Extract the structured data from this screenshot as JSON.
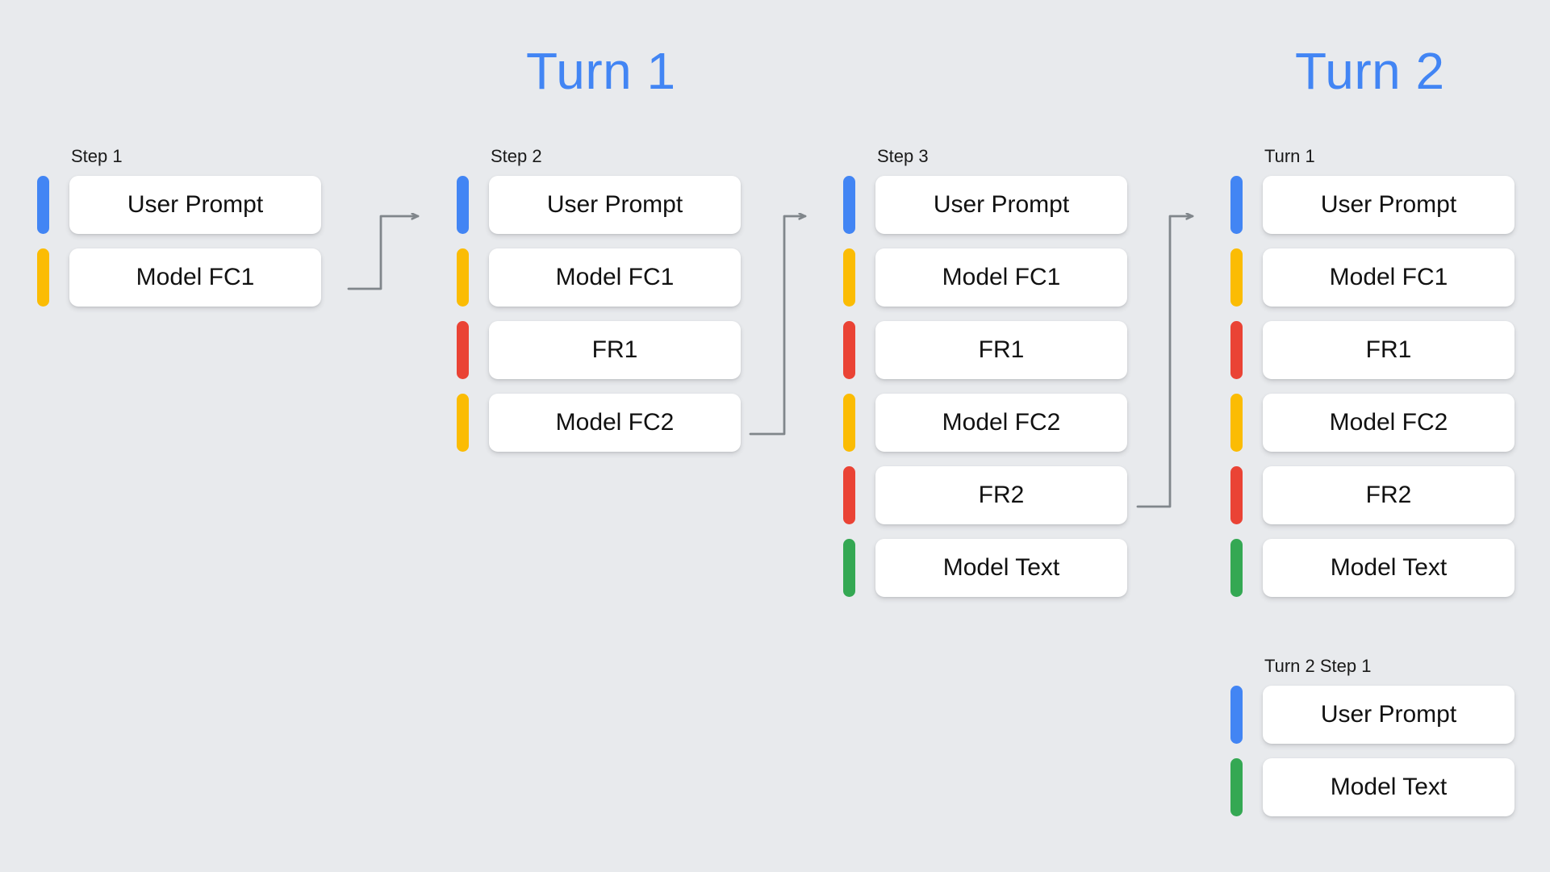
{
  "titles": {
    "turn1": "Turn 1",
    "turn2": "Turn 2"
  },
  "colors": {
    "background": "#E8EAED",
    "title_blue": "#4285F4",
    "user_prompt": "#4285F4",
    "model_fc": "#FBBC04",
    "function_response": "#EA4335",
    "model_text": "#34A853",
    "card": "#FFFFFF",
    "arrow": "#80868B",
    "label_text": "#1A1A1A"
  },
  "columns": [
    {
      "id": "col-1",
      "label": "Step 1",
      "rows": [
        {
          "text": "User Prompt",
          "bar": "blue"
        },
        {
          "text": "Model FC1",
          "bar": "yellow"
        }
      ]
    },
    {
      "id": "col-2",
      "label": "Step 2",
      "rows": [
        {
          "text": "User Prompt",
          "bar": "blue"
        },
        {
          "text": "Model FC1",
          "bar": "yellow"
        },
        {
          "text": "FR1",
          "bar": "red"
        },
        {
          "text": "Model FC2",
          "bar": "yellow"
        }
      ]
    },
    {
      "id": "col-3",
      "label": "Step 3",
      "rows": [
        {
          "text": "User Prompt",
          "bar": "blue"
        },
        {
          "text": "Model FC1",
          "bar": "yellow"
        },
        {
          "text": "FR1",
          "bar": "red"
        },
        {
          "text": "Model FC2",
          "bar": "yellow"
        },
        {
          "text": "FR2",
          "bar": "red"
        },
        {
          "text": "Model Text",
          "bar": "green"
        }
      ]
    },
    {
      "id": "col-4",
      "label": "Turn 1",
      "rows": [
        {
          "text": "User Prompt",
          "bar": "blue"
        },
        {
          "text": "Model FC1",
          "bar": "yellow"
        },
        {
          "text": "FR1",
          "bar": "red"
        },
        {
          "text": "Model FC2",
          "bar": "yellow"
        },
        {
          "text": "FR2",
          "bar": "red"
        },
        {
          "text": "Model Text",
          "bar": "green"
        }
      ]
    },
    {
      "id": "col-5",
      "label": "Turn 2 Step 1",
      "rows": [
        {
          "text": "User Prompt",
          "bar": "blue"
        },
        {
          "text": "Model Text",
          "bar": "green"
        }
      ]
    }
  ],
  "connectors": [
    {
      "name": "arrow-step1-to-step2",
      "from_row": "Model FC1",
      "to_row": "User Prompt"
    },
    {
      "name": "arrow-step2-to-step3",
      "from_row": "Model FC2",
      "to_row": "User Prompt"
    },
    {
      "name": "arrow-step3-to-turn1",
      "from_row": "FR2",
      "to_row": "User Prompt"
    }
  ]
}
